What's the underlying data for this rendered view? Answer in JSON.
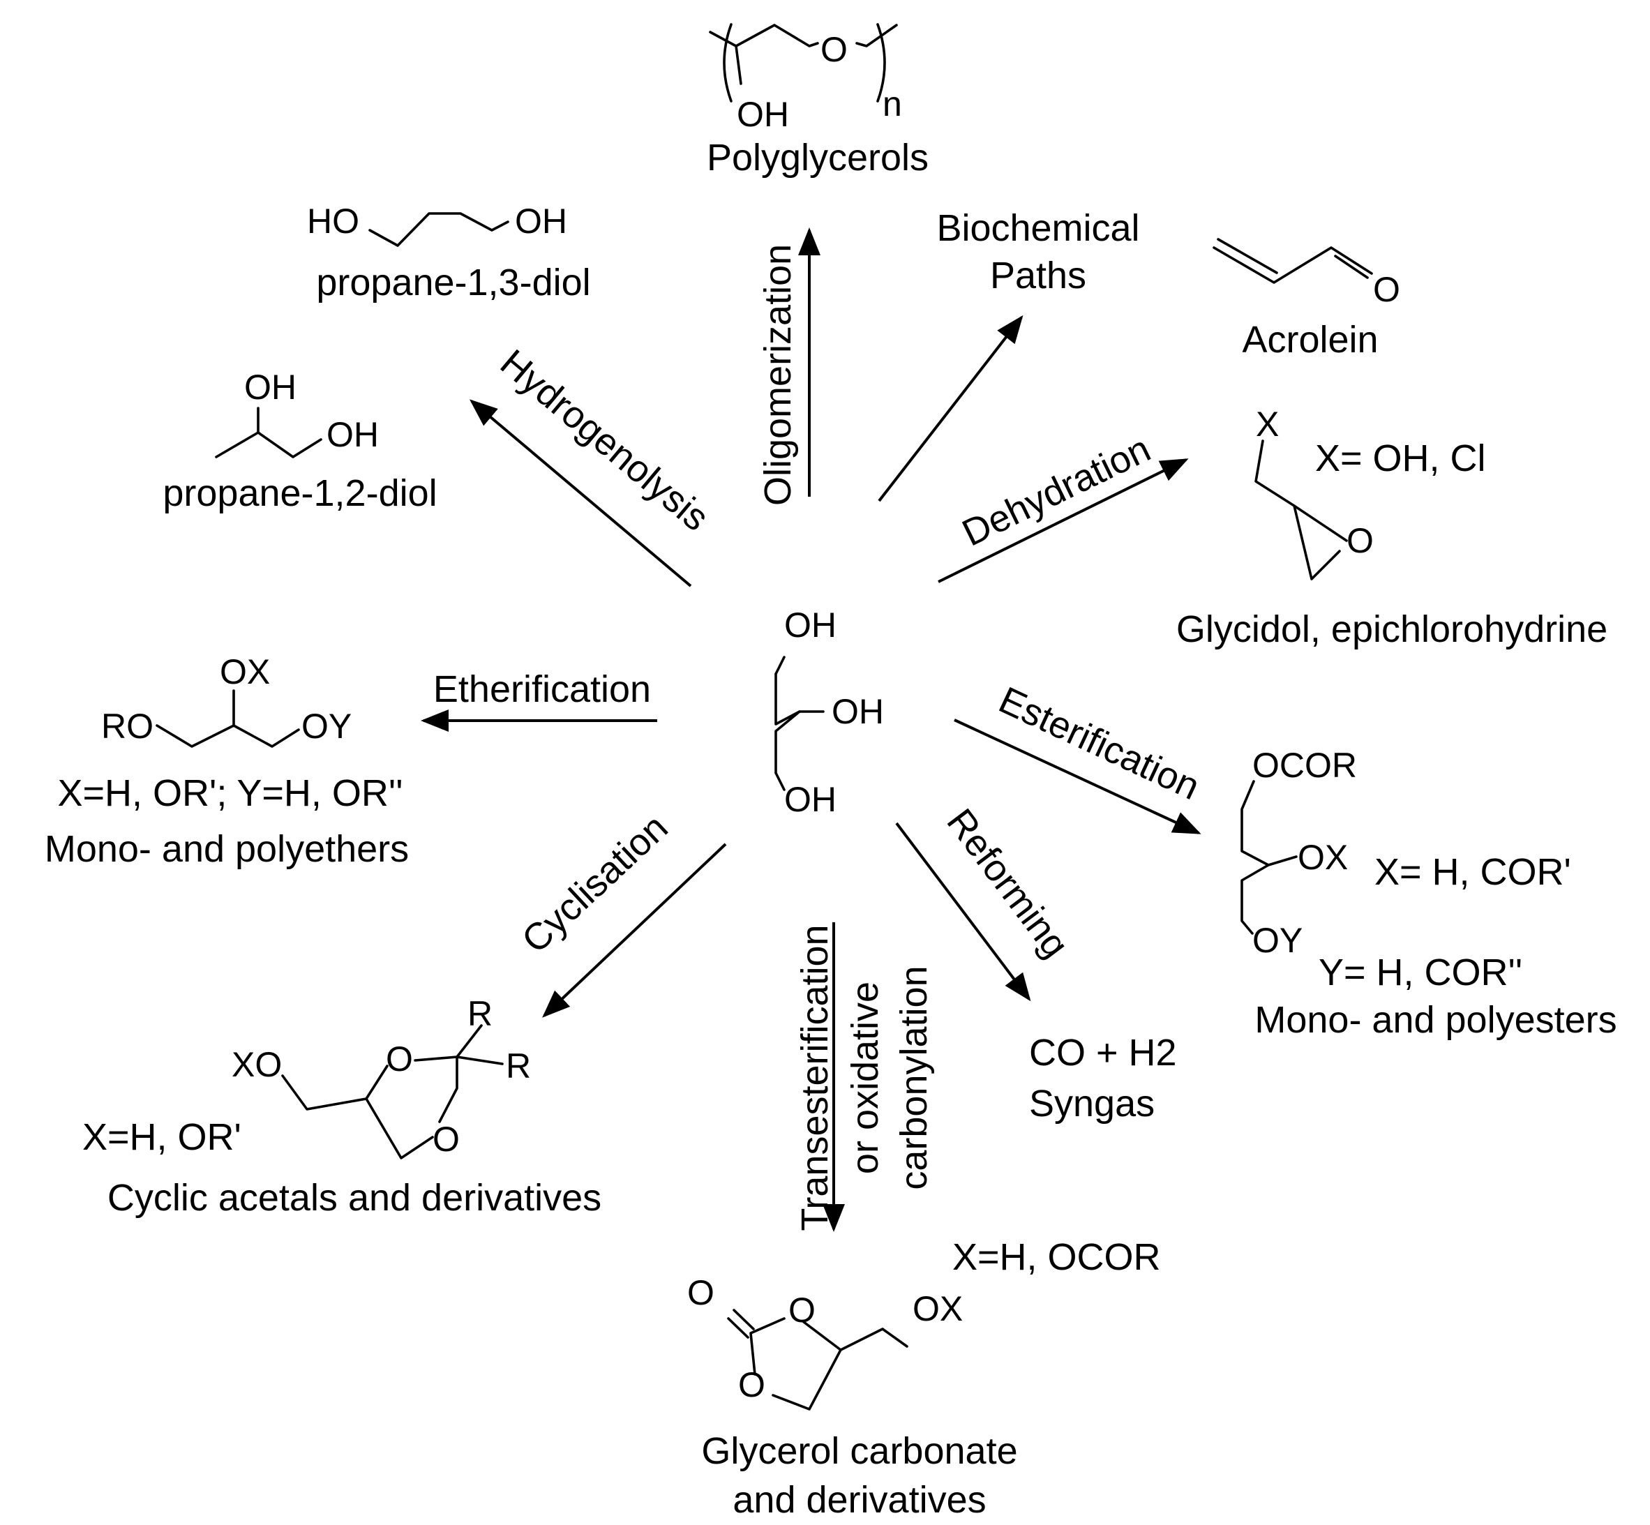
{
  "center": {
    "oh_top": "OH",
    "oh_mid": "OH",
    "oh_bottom": "OH"
  },
  "routes": {
    "oligomerization": "Oligomerization",
    "biochemical": [
      "Biochemical",
      "Paths"
    ],
    "hydrogenolysis": "Hydrogenolysis",
    "dehydration": "Dehydration",
    "etherification": "Etherification",
    "esterification": "Esterification",
    "cyclisation": "Cyclisation",
    "reforming": "Reforming",
    "transesterification": [
      "Transesterification",
      "or oxidative",
      "carbonylation"
    ]
  },
  "products": {
    "polyglycerols": {
      "name": "Polyglycerols",
      "oh": "OH",
      "o": "O",
      "n": "n"
    },
    "propane_13_diol": {
      "name": "propane-1,3-diol",
      "ho": "HO",
      "oh": "OH"
    },
    "propane_12_diol": {
      "name": "propane-1,2-diol",
      "oh1": "OH",
      "oh2": "OH"
    },
    "acrolein": {
      "name": "Acrolein",
      "o": "O"
    },
    "glycidol": {
      "name": "Glycidol, epichlorohydrine",
      "x": "X",
      "o": "O",
      "note": "X= OH, Cl"
    },
    "ethers": {
      "name": "Mono- and polyethers",
      "ox": "OX",
      "ro": "RO",
      "oy": "OY",
      "note": "X=H, OR'; Y=H, OR''"
    },
    "esters": {
      "name": "Mono- and polyesters",
      "ocor": "OCOR",
      "ox": "OX",
      "oy": "OY",
      "note_x": "X= H, COR'",
      "note_y": "Y= H, COR''"
    },
    "acetals": {
      "name": "Cyclic acetals and derivatives",
      "xo": "XO",
      "o1": "O",
      "o2": "O",
      "r1": "R",
      "r2": "R",
      "note": "X=H, OR'"
    },
    "syngas": {
      "line1": "CO + H2",
      "line2": "Syngas"
    },
    "carbonate": {
      "name": [
        "Glycerol carbonate",
        "and derivatives"
      ],
      "note": "X=H, OCOR",
      "o_exo": "O",
      "o_ring1": "O",
      "o_ring2": "O",
      "ox": "OX"
    }
  }
}
